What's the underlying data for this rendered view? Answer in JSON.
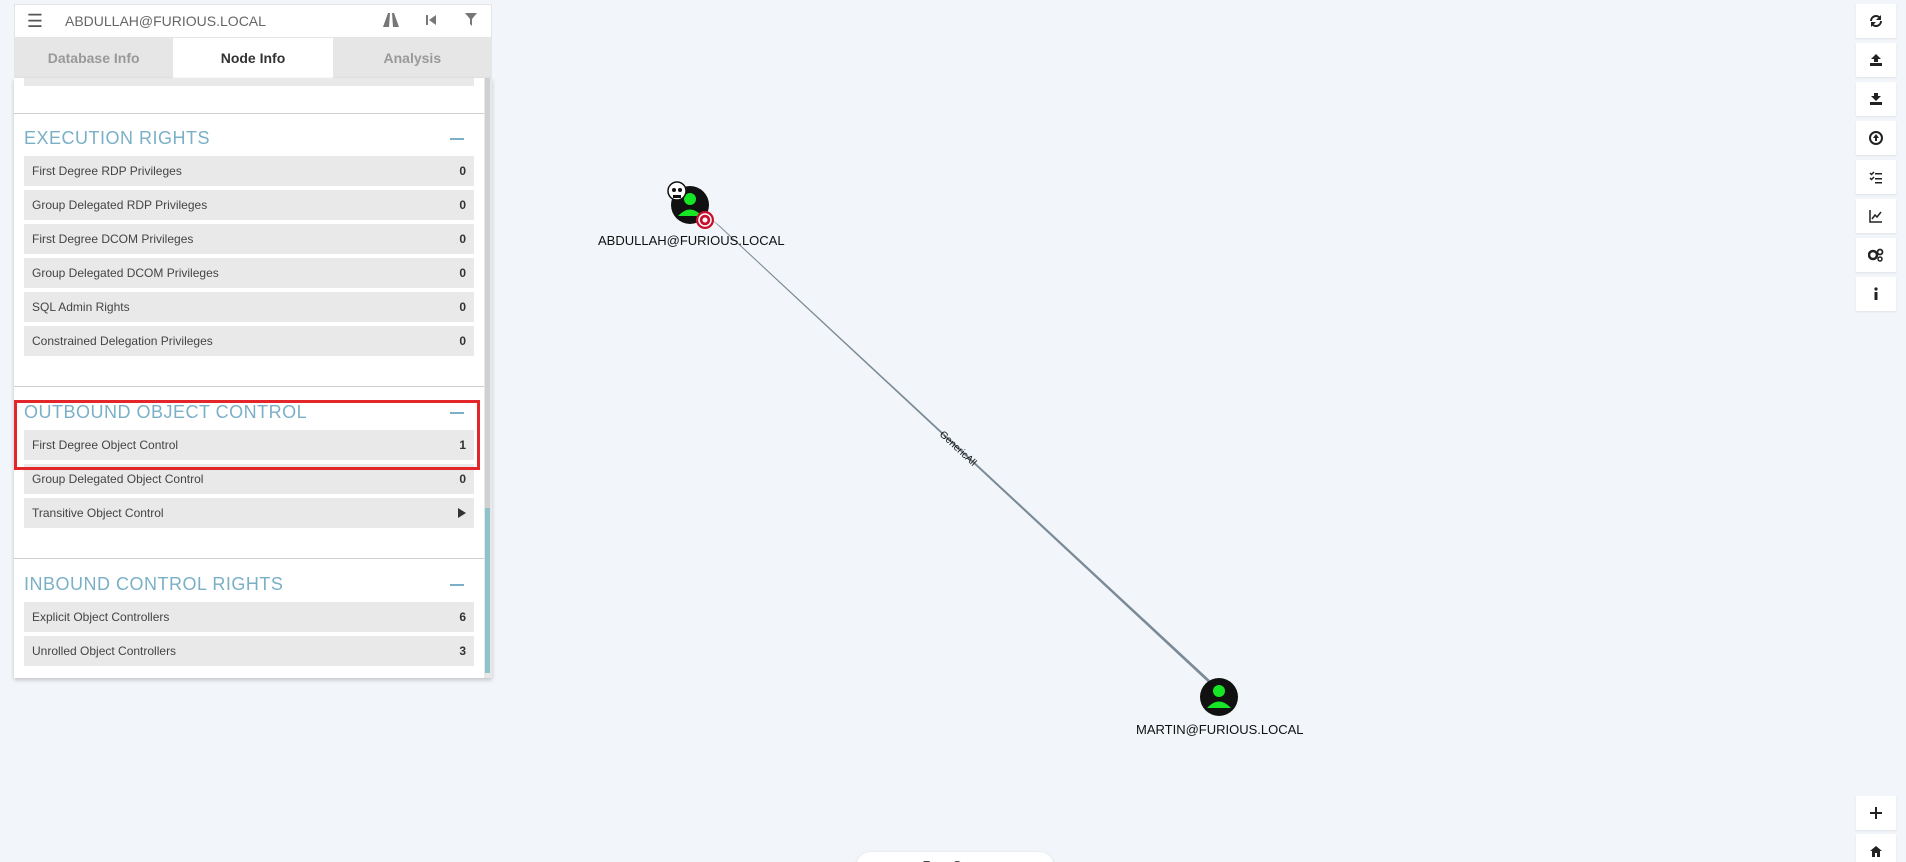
{
  "search": {
    "value": "ABDULLAH@FURIOUS.LOCAL"
  },
  "tabs": [
    {
      "label": "Database Info",
      "active": false
    },
    {
      "label": "Node Info",
      "active": true
    },
    {
      "label": "Analysis",
      "active": false
    }
  ],
  "sections": {
    "execution": {
      "title": "EXECUTION RIGHTS",
      "rows": [
        {
          "label": "First Degree RDP Privileges",
          "value": "0"
        },
        {
          "label": "Group Delegated RDP Privileges",
          "value": "0"
        },
        {
          "label": "First Degree DCOM Privileges",
          "value": "0"
        },
        {
          "label": "Group Delegated DCOM Privileges",
          "value": "0"
        },
        {
          "label": "SQL Admin Rights",
          "value": "0"
        },
        {
          "label": "Constrained Delegation Privileges",
          "value": "0"
        }
      ]
    },
    "outbound": {
      "title": "OUTBOUND OBJECT CONTROL",
      "rows": [
        {
          "label": "First Degree Object Control",
          "value": "1"
        },
        {
          "label": "Group Delegated Object Control",
          "value": "0"
        },
        {
          "label": "Transitive Object Control",
          "value": ""
        }
      ]
    },
    "inbound": {
      "title": "INBOUND CONTROL RIGHTS",
      "rows": [
        {
          "label": "Explicit Object Controllers",
          "value": "6"
        },
        {
          "label": "Unrolled Object Controllers",
          "value": "3"
        }
      ]
    }
  },
  "graph": {
    "source_node": "ABDULLAH@FURIOUS.LOCAL",
    "target_node": "MARTIN@FURIOUS.LOCAL",
    "edge_label": "GenericAll"
  },
  "icons": {
    "menu": "hamburger-icon",
    "pathfinding": "road-icon",
    "back": "step-back-icon",
    "filter": "filter-icon",
    "right_toolbar": [
      "refresh-icon",
      "upload-icon",
      "download-icon",
      "upload-circle-icon",
      "checklist-icon",
      "line-chart-icon",
      "settings-icon",
      "info-icon",
      "zoom-in-icon",
      "home-icon"
    ]
  },
  "colors": {
    "section_title": "#7ab0c7",
    "highlight": "#e3262a",
    "user_node": "#17e625",
    "edge": "#7a8a96"
  },
  "bottom_pill": {
    "label": "Raw Query"
  }
}
